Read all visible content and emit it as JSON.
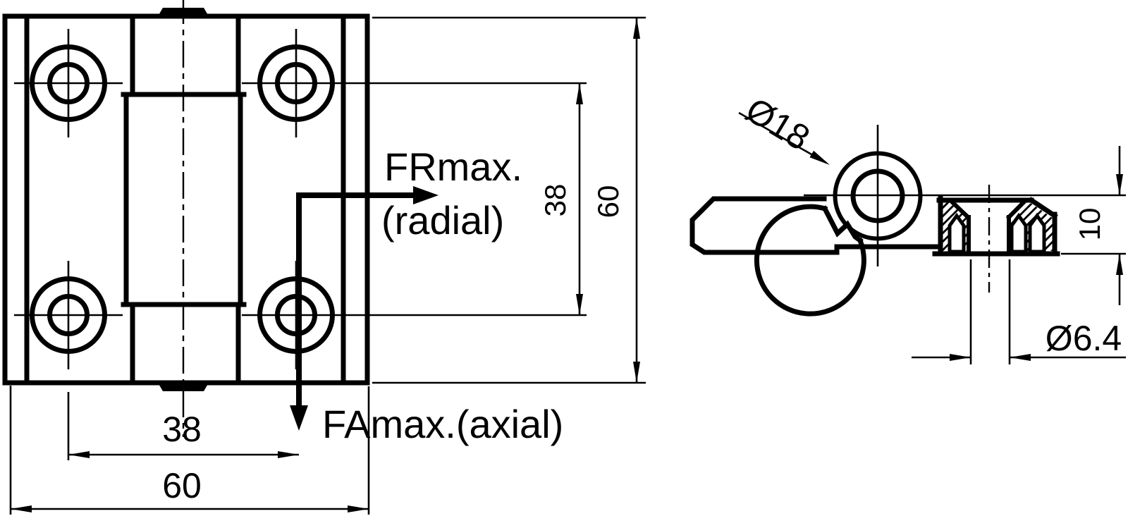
{
  "drawing": {
    "front_view": {
      "force_radial_label": "FRmax.",
      "force_radial_note": "(radial)",
      "force_axial_label": "FAmax.(axial)",
      "dim_hole_spacing_horizontal": "38",
      "dim_total_width": "60",
      "dim_hole_spacing_vertical": "38",
      "dim_total_height": "60"
    },
    "side_view": {
      "dim_knuckle_diameter": "Ø18",
      "dim_bracket_height": "10",
      "dim_hole_diameter": "Ø6.4"
    },
    "colors": {
      "line": "#000000",
      "background": "#ffffff"
    }
  }
}
